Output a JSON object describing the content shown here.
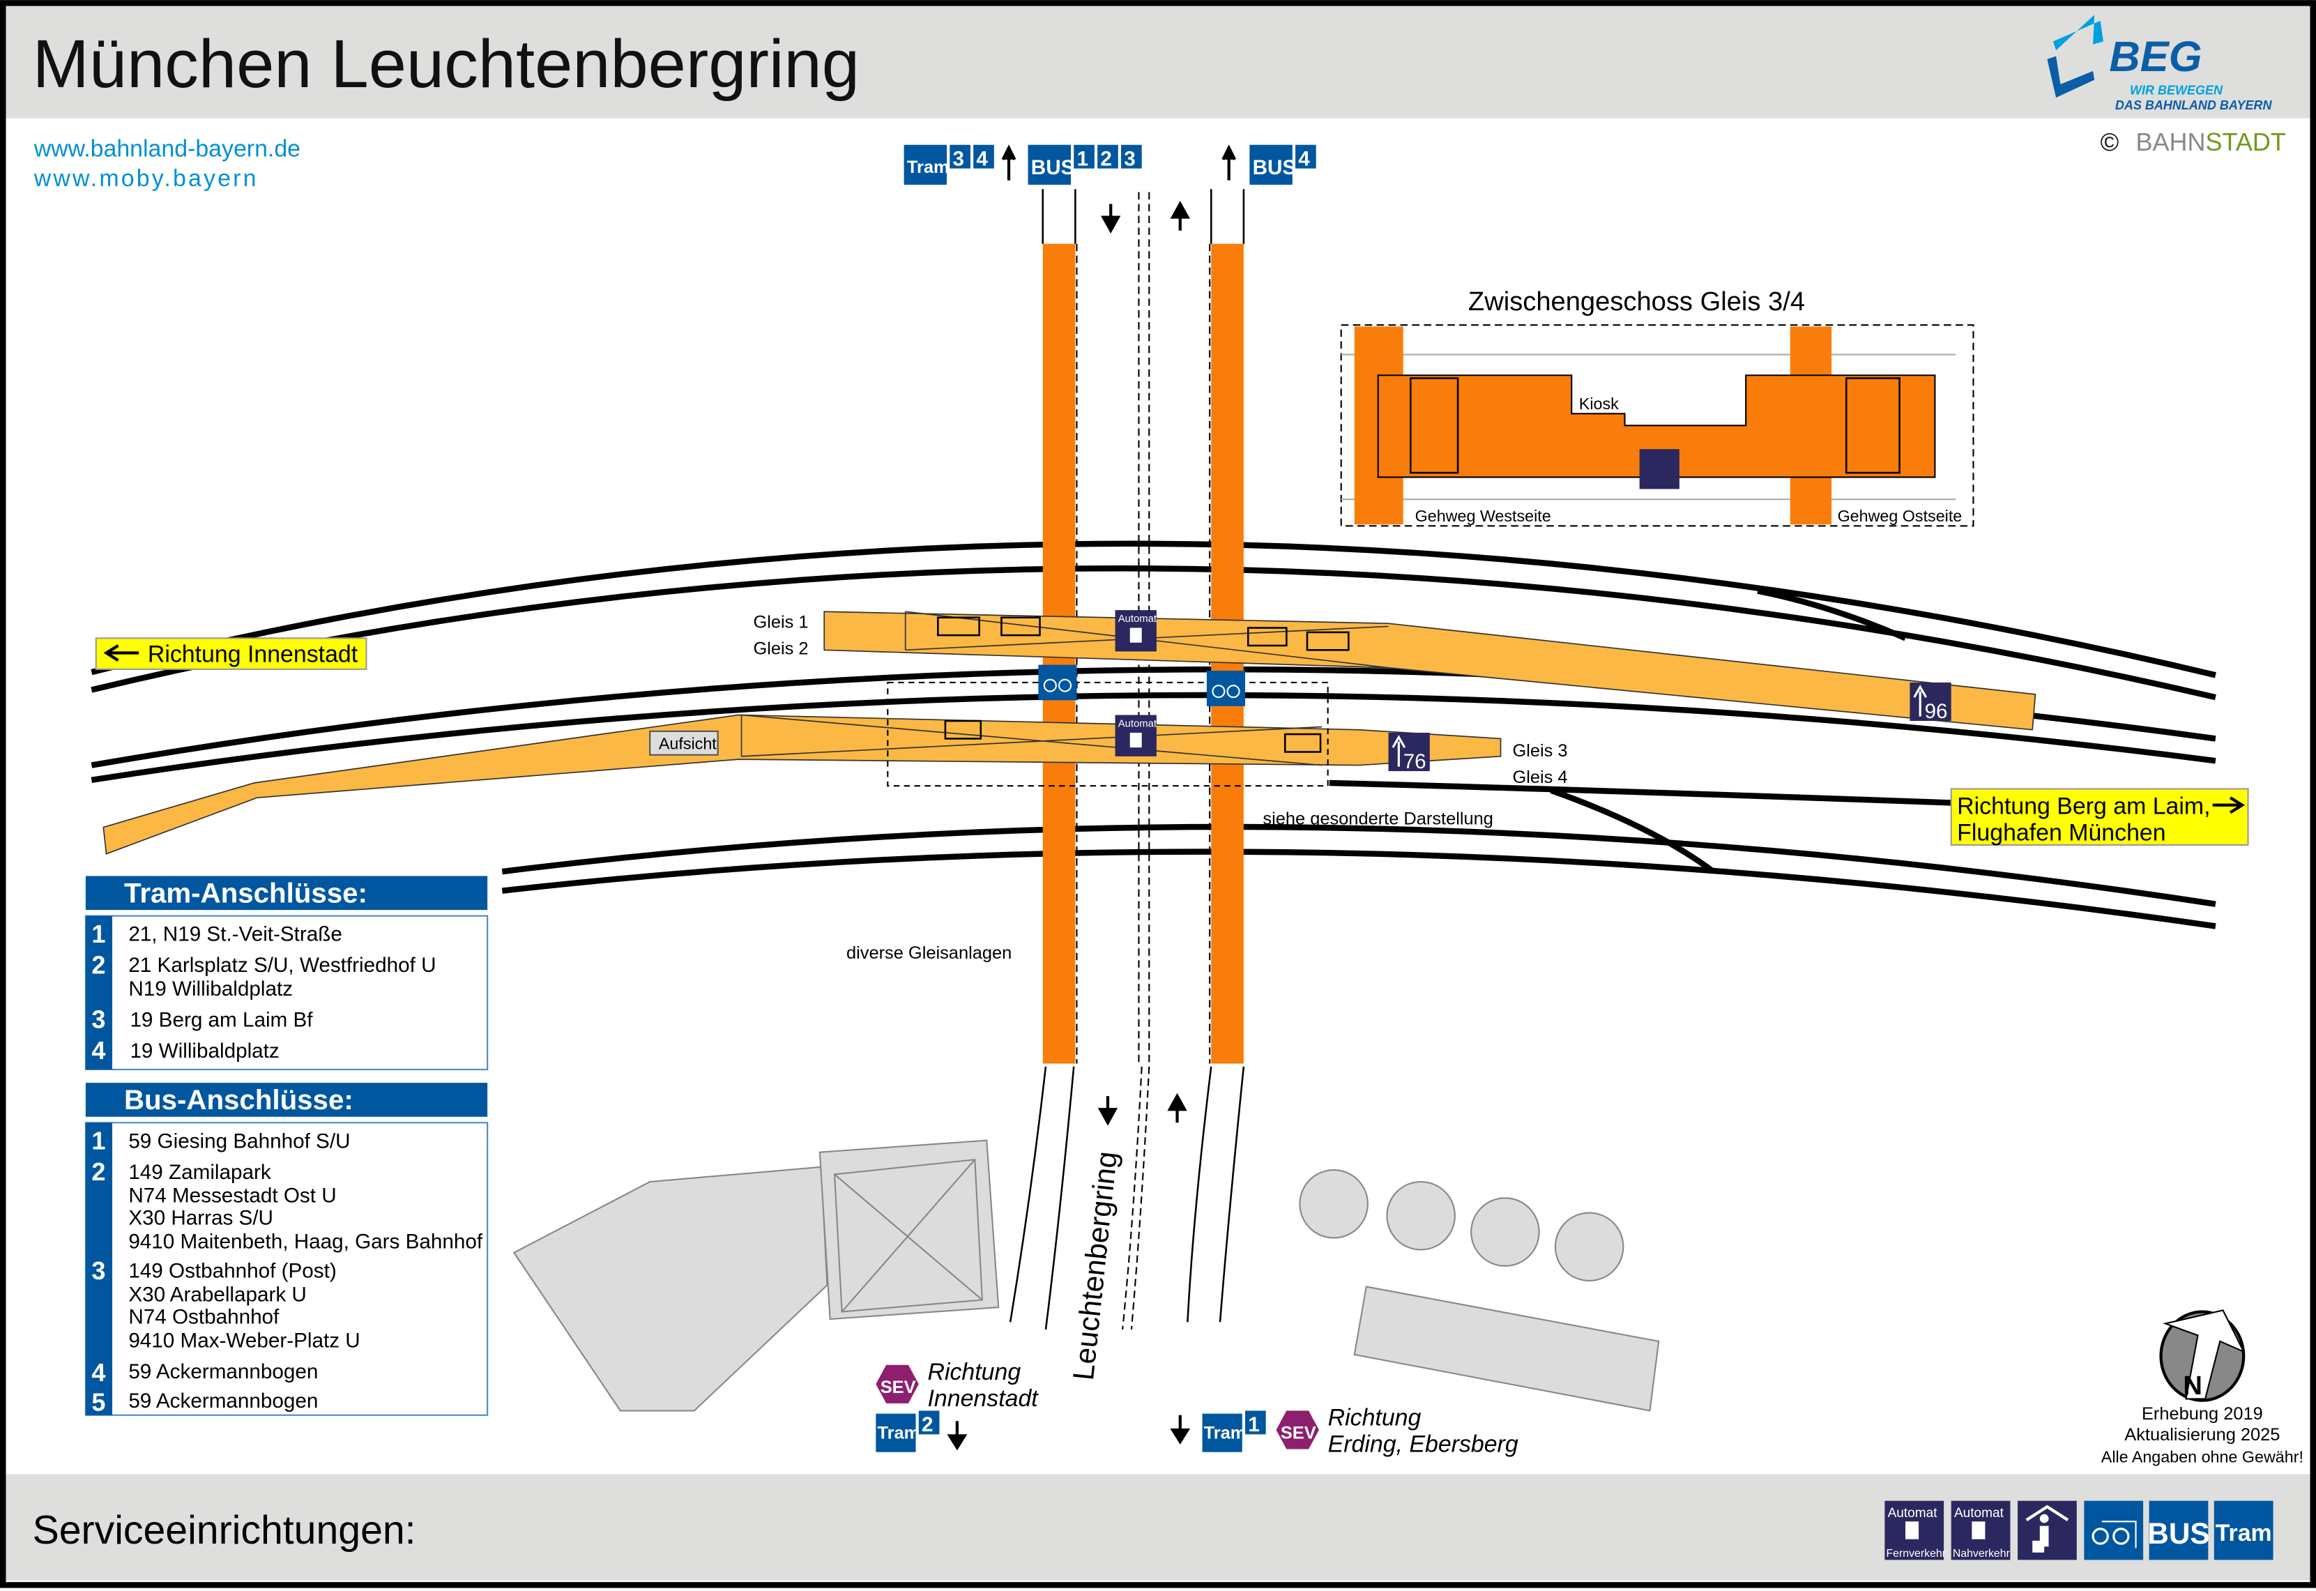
{
  "header": {
    "title": "München Leuchtenbergring",
    "logo": {
      "name": "BEG",
      "tagline_1": "WIR BEWEGEN",
      "tagline_2": "DAS BAHNLAND BAYERN"
    },
    "copyright": {
      "symbol": "©",
      "part_1": "BAHN",
      "part_2": "STADT"
    }
  },
  "links": [
    "www.bahnland-bayern.de",
    "www.moby.bayern"
  ],
  "map": {
    "top_stops": {
      "tram": {
        "label": "Tram",
        "lines": [
          "3",
          "4"
        ]
      },
      "bus_left": {
        "label": "BUS",
        "lines": [
          "1",
          "2",
          "3"
        ]
      },
      "bus_right": {
        "label": "BUS",
        "lines": [
          "4"
        ]
      }
    },
    "gleis": [
      "Gleis 1",
      "Gleis 2",
      "Gleis 3",
      "Gleis 4"
    ],
    "direction_west": "Richtung Innenstadt",
    "direction_east": [
      "Richtung Berg am Laim,",
      "Flughafen München"
    ],
    "mezzanine": {
      "title": "Zwischengeschoss Gleis 3/4",
      "kiosk": "Kiosk",
      "sidewalk_west": "Gehweg Westseite",
      "sidewalk_east": "Gehweg Ostseite"
    },
    "automat_label": "Automat",
    "supervision": "Aufsicht",
    "see_separate": "siehe gesonderte Darstellung",
    "misc_tracks": "diverse Gleisanlagen",
    "street": "Leuchtenbergring",
    "exits": [
      "96",
      "76"
    ],
    "sev_west": {
      "badge": "SEV",
      "text": [
        "Richtung",
        "Innenstadt"
      ],
      "tram_label": "Tram",
      "tram_line": "2"
    },
    "sev_east": {
      "badge": "SEV",
      "text": [
        "Richtung",
        "Erding, Ebersberg"
      ],
      "tram_label": "Tram",
      "tram_line": "1"
    }
  },
  "tram_connections": {
    "title": "Tram-Anschlüsse:",
    "items": [
      {
        "num": "1",
        "lines": [
          "21, N19 St.-Veit-Straße"
        ]
      },
      {
        "num": "2",
        "lines": [
          "21 Karlsplatz S/U, Westfriedhof U",
          "N19 Willibaldplatz"
        ]
      },
      {
        "num": "3",
        "lines": [
          "19 Berg am Laim Bf"
        ]
      },
      {
        "num": "4",
        "lines": [
          "19 Willibaldplatz"
        ]
      }
    ]
  },
  "bus_connections": {
    "title": "Bus-Anschlüsse:",
    "items": [
      {
        "num": "1",
        "lines": [
          "59 Giesing Bahnhof S/U"
        ]
      },
      {
        "num": "2",
        "lines": [
          "149 Zamilapark",
          "N74 Messestadt Ost U",
          "X30 Harras S/U",
          "9410 Maitenbeth, Haag, Gars Bahnhof"
        ]
      },
      {
        "num": "3",
        "lines": [
          "149 Ostbahnhof (Post)",
          "X30 Arabellapark U",
          "N74 Ostbahnhof",
          "9410 Max-Weber-Platz U"
        ]
      },
      {
        "num": "4",
        "lines": [
          "59 Ackermannbogen"
        ]
      },
      {
        "num": "5",
        "lines": [
          "59 Ackermannbogen"
        ]
      }
    ]
  },
  "compass": {
    "letter": "N"
  },
  "survey": [
    "Erhebung 2019",
    "Aktualisierung 2025",
    "Alle Angaben ohne Gewähr!"
  ],
  "footer": {
    "title": "Serviceeinrichtungen:",
    "icons": [
      {
        "top": "Automat",
        "bottom": "Fernverkehr"
      },
      {
        "top": "Automat",
        "bottom": "Nahverkehr"
      },
      {
        "label": "waiting-room"
      },
      {
        "label": "bike-parking"
      },
      {
        "text": "BUS"
      },
      {
        "text": "Tram"
      }
    ]
  },
  "colors": {
    "blue": "#0057a0",
    "navy": "#2b285f",
    "orange": "#f97d0b",
    "platform": "#fbb844",
    "sev": "#8e1f6e",
    "yellow": "#ffff00",
    "gray": "#dededd"
  }
}
